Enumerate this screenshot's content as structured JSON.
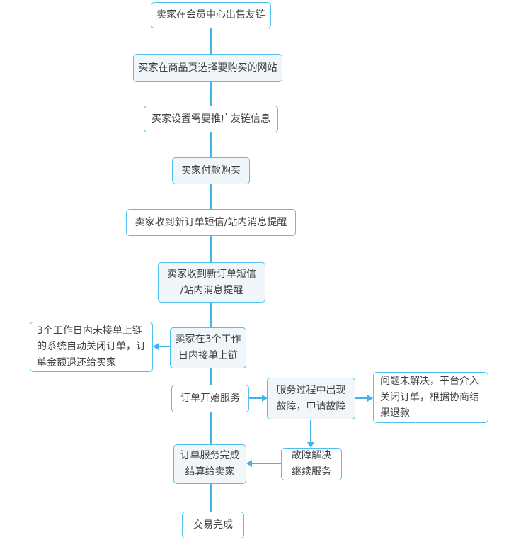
{
  "colors": {
    "accent_line": "#41b4ec",
    "node_border": "#4fc0f0",
    "node_fill_tint": "#f0f6fa",
    "node_fill_plain": "#ffffff",
    "text": "#3f3f3f",
    "background": "#ffffff"
  },
  "diagram": {
    "type": "flowchart",
    "nodes": [
      {
        "id": "n1",
        "label": "卖家在会员中心出售友链"
      },
      {
        "id": "n2",
        "label": "买家在商品页选择要购买的网站"
      },
      {
        "id": "n3",
        "label": "买家设置需要推广友链信息"
      },
      {
        "id": "n4",
        "label": "买家付款购买"
      },
      {
        "id": "n5",
        "label": "卖家收到新订单短信/站内消息提醒"
      },
      {
        "id": "n6",
        "label": "卖家收到新订单短信\n/站内消息提醒"
      },
      {
        "id": "n7",
        "label": "3个工作日内未接单上链\n的系统自动关闭订单，订\n单金额退还给买家"
      },
      {
        "id": "n8",
        "label": "卖家在3个工作\n日内接单上链"
      },
      {
        "id": "n9",
        "label": "订单开始服务"
      },
      {
        "id": "n10",
        "label": "服务过程中出现\n故障，申请故障"
      },
      {
        "id": "n11",
        "label": "问题未解决，平台介入\n关闭订单，根据协商结\n果退款"
      },
      {
        "id": "n12",
        "label": "订单服务完成\n结算给卖家"
      },
      {
        "id": "n13",
        "label": "故障解决\n继续服务"
      },
      {
        "id": "n14",
        "label": "交易完成"
      }
    ],
    "edges": [
      {
        "from": "n1",
        "to": "n2",
        "arrow": false,
        "direction": "down"
      },
      {
        "from": "n2",
        "to": "n3",
        "arrow": false,
        "direction": "down"
      },
      {
        "from": "n3",
        "to": "n4",
        "arrow": false,
        "direction": "down"
      },
      {
        "from": "n4",
        "to": "n5",
        "arrow": false,
        "direction": "down"
      },
      {
        "from": "n5",
        "to": "n6",
        "arrow": false,
        "direction": "down"
      },
      {
        "from": "n6",
        "to": "n8",
        "arrow": false,
        "direction": "down"
      },
      {
        "from": "n8",
        "to": "n7",
        "arrow": true,
        "direction": "left"
      },
      {
        "from": "n8",
        "to": "n9",
        "arrow": false,
        "direction": "down"
      },
      {
        "from": "n9",
        "to": "n10",
        "arrow": true,
        "direction": "right"
      },
      {
        "from": "n10",
        "to": "n11",
        "arrow": true,
        "direction": "right"
      },
      {
        "from": "n10",
        "to": "n13",
        "arrow": true,
        "direction": "down"
      },
      {
        "from": "n13",
        "to": "n12",
        "arrow": true,
        "direction": "left"
      },
      {
        "from": "n9",
        "to": "n12",
        "arrow": false,
        "direction": "down"
      },
      {
        "from": "n12",
        "to": "n14",
        "arrow": false,
        "direction": "down"
      }
    ]
  }
}
